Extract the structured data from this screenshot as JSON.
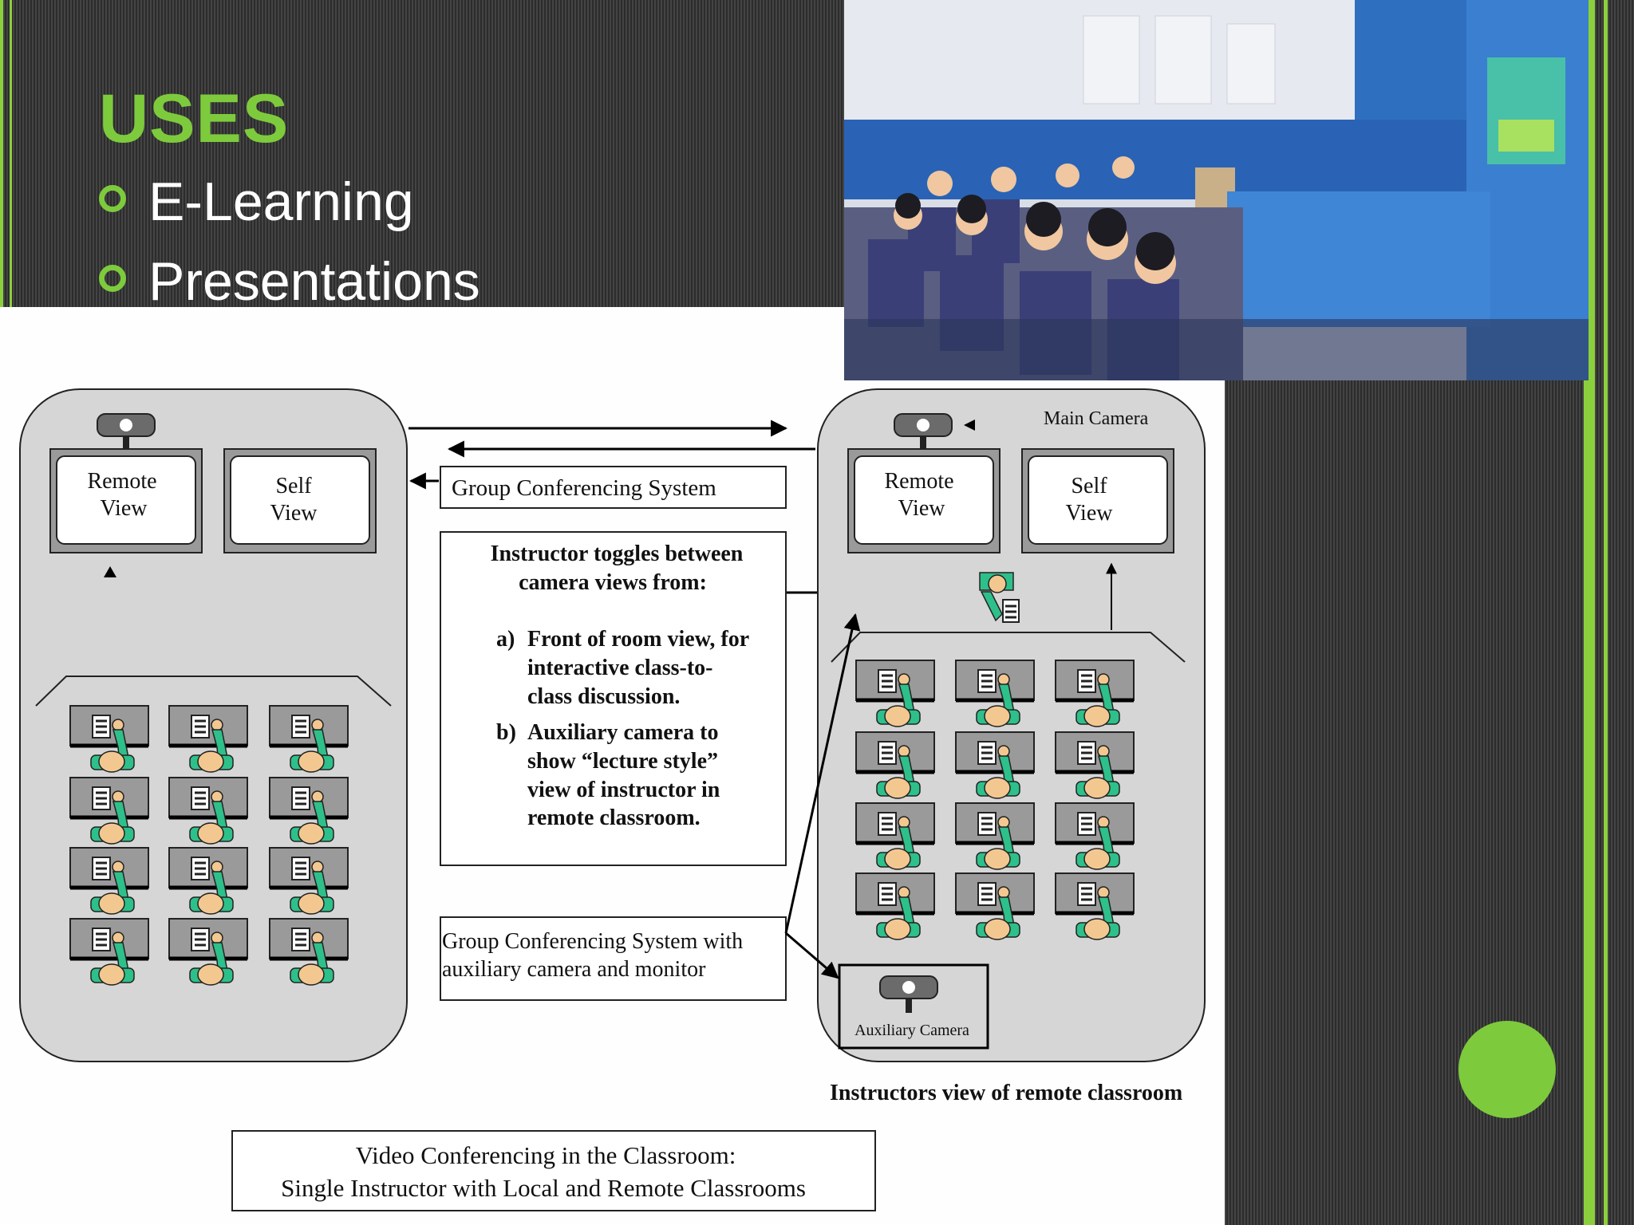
{
  "slide": {
    "title": "USES",
    "bullets": [
      "E-Learning",
      "Presentations"
    ]
  },
  "colors": {
    "accent_green": "#7dcb3c",
    "student_green": "#2ec08a",
    "student_skin": "#f3c890"
  },
  "photo": {
    "icon": "classroom-photo"
  },
  "diagram": {
    "local_room": {
      "remote_view": [
        "Remote",
        "View"
      ],
      "self_view": [
        "Self",
        "View"
      ]
    },
    "remote_room": {
      "main_camera": "Main Camera",
      "remote_view": [
        "Remote",
        "View"
      ],
      "self_view": [
        "Self",
        "View"
      ],
      "auxiliary_camera": "Auxiliary Camera"
    },
    "group_system_label": "Group Conferencing System",
    "toggle_box": {
      "heading": [
        "Instructor toggles between",
        "camera views from:"
      ],
      "item_a_marker": "a)",
      "item_a": [
        "Front of room view, for",
        "interactive class-to-",
        "class discussion."
      ],
      "item_b_marker": "b)",
      "item_b": [
        "Auxiliary camera to",
        "show “lecture style”",
        "view of instructor in",
        "remote classroom."
      ]
    },
    "aux_box": [
      "Group Conferencing System with",
      "auxiliary camera and monitor"
    ],
    "remote_caption": "Instructors view of remote classroom",
    "caption": [
      "Video Conferencing in the Classroom:",
      "Single Instructor with Local and Remote Classrooms"
    ]
  }
}
